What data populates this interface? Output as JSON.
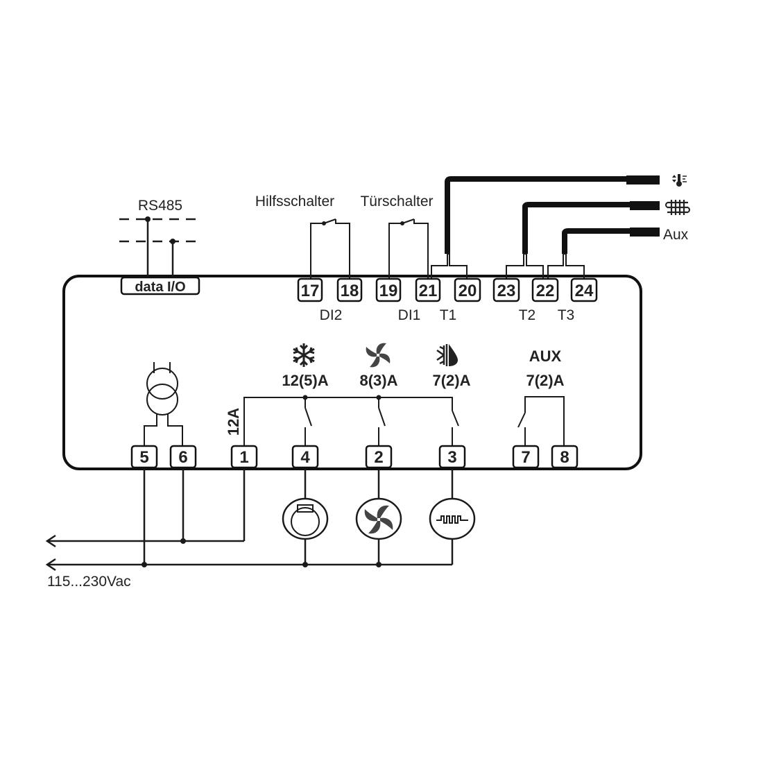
{
  "diagram": {
    "title_bus": "RS485",
    "data_io": "data I/O",
    "switch_labels": {
      "aux_switch": "Hilfsschalter",
      "door_switch": "Türschalter"
    },
    "top_terminals": [
      "17",
      "18",
      "19",
      "21",
      "20",
      "23",
      "22",
      "24"
    ],
    "input_labels": {
      "di2": "DI2",
      "di1": "DI1",
      "t1": "T1",
      "t2": "T2",
      "t3": "T3"
    },
    "probes": [
      {
        "target": "thermometer",
        "icon": "thermometer-icon"
      },
      {
        "target": "evaporator",
        "icon": "evaporator-coil-icon"
      },
      {
        "target": "aux",
        "label": "Aux"
      }
    ],
    "relays": [
      {
        "name": "compressor",
        "icon": "snowflake-icon",
        "rating": "12(5)A",
        "terminal": "4"
      },
      {
        "name": "fan",
        "icon": "fan-icon",
        "rating": "8(3)A",
        "terminal": "2"
      },
      {
        "name": "defrost",
        "icon": "defrost-icon",
        "rating": "7(2)A",
        "terminal": "3"
      },
      {
        "name": "aux",
        "title": "AUX",
        "rating": "7(2)A",
        "terminals": [
          "7",
          "8"
        ]
      }
    ],
    "common_rating": "12A",
    "bottom_terminals": [
      "5",
      "6",
      "1",
      "4",
      "2",
      "3",
      "7",
      "8"
    ],
    "supply_label": "115...230Vac",
    "loads": [
      "compressor",
      "fan",
      "heater"
    ]
  }
}
